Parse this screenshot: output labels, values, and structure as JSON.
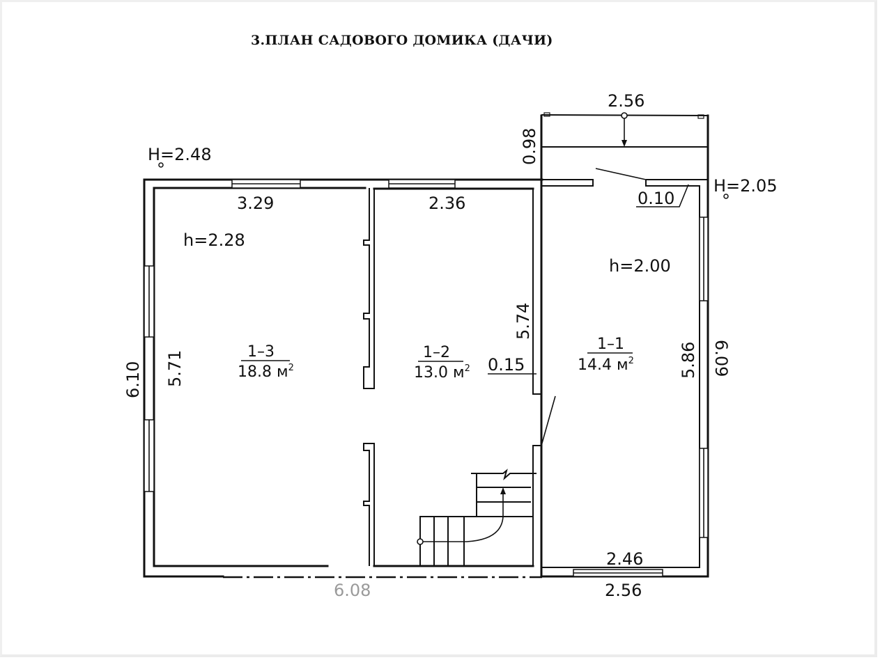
{
  "title": "3.ПЛАН САДОВОГО ДОМИКА (ДАЧИ)",
  "levels": {
    "main_house": "H=2.48",
    "porch": "H=2.05",
    "main_house_H": "H",
    "main_house_val": "=2.48",
    "porch_H": "H",
    "porch_val": "=2.05"
  },
  "ceiling_heights": {
    "room_1_3": "h=2.28",
    "room_1_1": "h=2.00"
  },
  "rooms": [
    {
      "id": "1–3",
      "area": "18.8 м",
      "area_value": 18.8,
      "unit": "м²"
    },
    {
      "id": "1–2",
      "area": "13.0 м",
      "area_value": 13.0,
      "unit": "м²"
    },
    {
      "id": "1–1",
      "area": "14.4 м",
      "area_value": 14.4,
      "unit": "м²"
    }
  ],
  "superscript": "2",
  "dimensions": {
    "porch_width_top": "2.56",
    "porch_depth": "0.98",
    "wall_offset": "0.10",
    "room_1_3_width": "3.29",
    "room_1_2_width": "2.36",
    "room_1_3_inner_height": "5.71",
    "overall_left_height": "6.10",
    "room_1_2_height": "5.74",
    "partition_thickness": "0.15",
    "room_1_1_inner_height": "5.86",
    "overall_right_height": "6.09",
    "room_1_1_inner_width": "2.46",
    "room_1_1_outer_width": "2.56",
    "overall_bottom_width": "6.08"
  }
}
